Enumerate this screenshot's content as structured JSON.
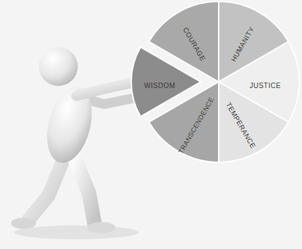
{
  "diagram": {
    "nodes": [
      {
        "text": [
          "WISDOM"
        ]
      },
      {
        "text": [
          "COURAGE"
        ]
      },
      {
        "text": [
          "HUMANITY"
        ]
      },
      {
        "text": [
          "JUSTICE"
        ]
      },
      {
        "text": [
          "TEMPERANCE"
        ]
      },
      {
        "text": [
          "TRANSCENDENCE"
        ]
      }
    ]
  }
}
